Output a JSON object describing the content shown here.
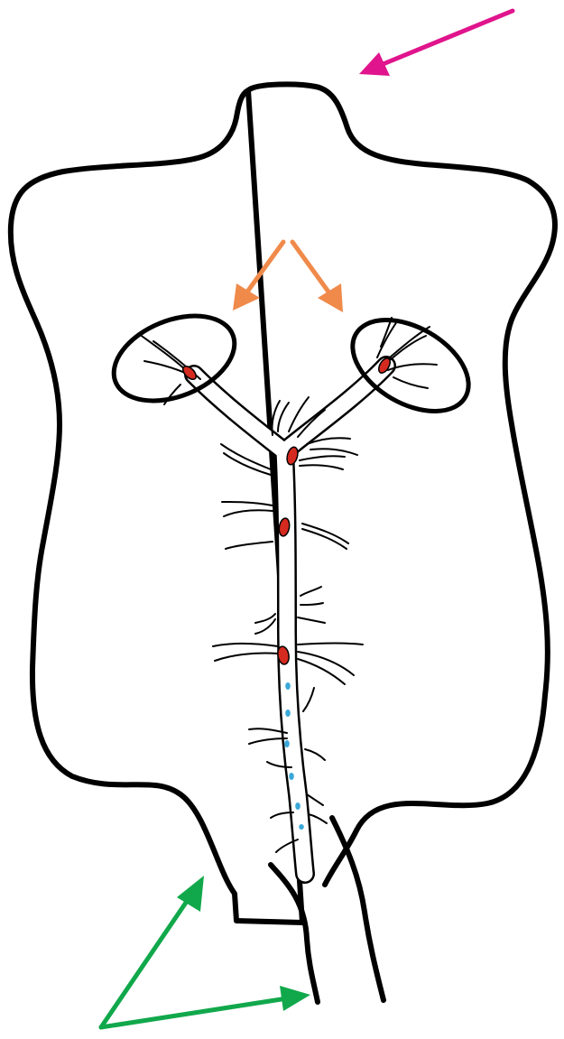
{
  "diagram": {
    "background_color": "#ffffff",
    "outline_color": "#000000",
    "annotation_colors": {
      "top_arrow": "#e0148c",
      "upper_arrows": "#f08a4b",
      "lower_arrows": "#11a84b"
    },
    "marker_colors": {
      "red_cells": "#d42a1f",
      "blue_dots": "#3aa8d8"
    },
    "annotations": {
      "top_arrow_count": 1,
      "upper_arrow_count": 2,
      "lower_arrow_count": 2
    },
    "markers": {
      "red_cell_count": 5,
      "blue_dot_count": 6
    }
  }
}
